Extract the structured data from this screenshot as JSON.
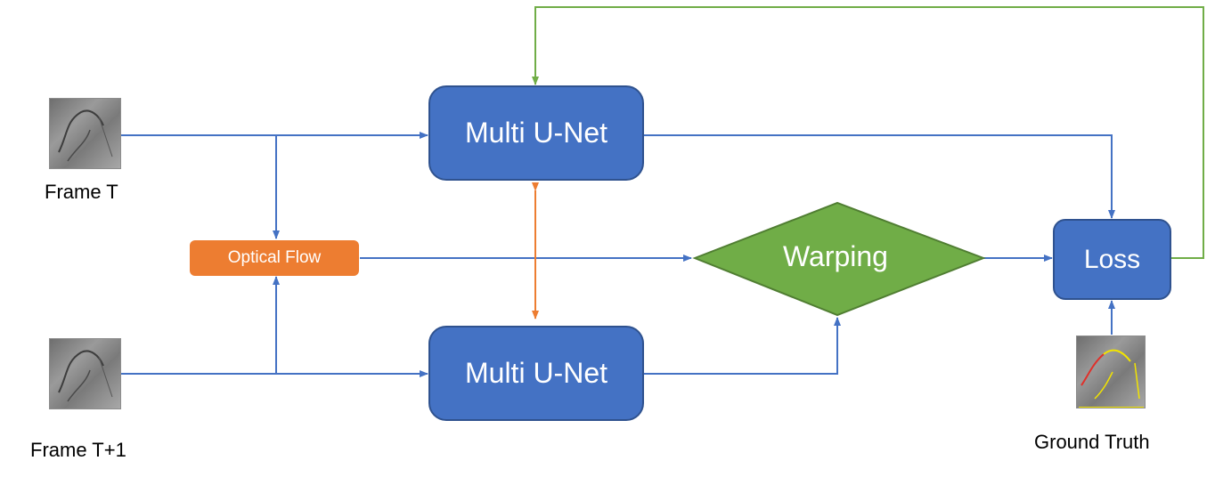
{
  "inputs": {
    "frame_t": "Frame T",
    "frame_t1": "Frame T+1"
  },
  "nodes": {
    "unet_top": "Multi U-Net",
    "unet_bottom": "Multi U-Net",
    "optical_flow": "Optical Flow",
    "warping": "Warping",
    "loss": "Loss"
  },
  "ground_truth": "Ground Truth",
  "colors": {
    "blue_box": "#4472C4",
    "blue_arrow": "#4472C4",
    "orange": "#ED7D31",
    "green": "#70AD47"
  }
}
